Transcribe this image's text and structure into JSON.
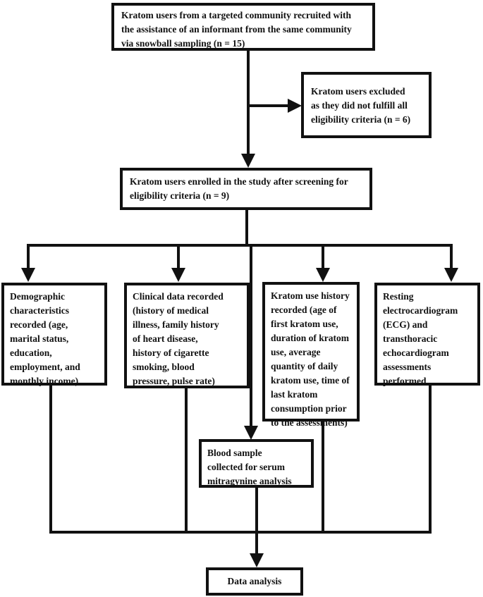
{
  "flowchart": {
    "recruited": "Kratom users from a targeted community recruited with\nthe assistance of an informant from the same community\nvia snowball sampling (n = 15)",
    "excluded": "Kratom users excluded\nas they did not fulfill all\neligibility criteria (n = 6)",
    "enrolled": "Kratom users enrolled in the study after screening for\neligibility criteria (n = 9)",
    "demographic": "Demographic\ncharacteristics\nrecorded (age,\nmarital status,\neducation,\nemployment, and\nmonthly income)",
    "clinical": "Clinical data recorded\n(history of medical\nillness, family history\nof heart disease,\nhistory of cigarette\nsmoking, blood\npressure, pulse rate)",
    "kratom_history": "Kratom use history\nrecorded (age of\nfirst kratom use,\nduration of kratom\nuse, average\nquantity of daily\nkratom use, time of\nlast kratom\nconsumption prior\nto the assessments)",
    "ecg": "Resting\nelectrocardiogram\n(ECG) and\ntransthoracic\nechocardiogram\nassessments\nperformed",
    "blood": "Blood sample\ncollected for serum\nmitragynine analysis",
    "data_analysis": "Data analysis"
  }
}
